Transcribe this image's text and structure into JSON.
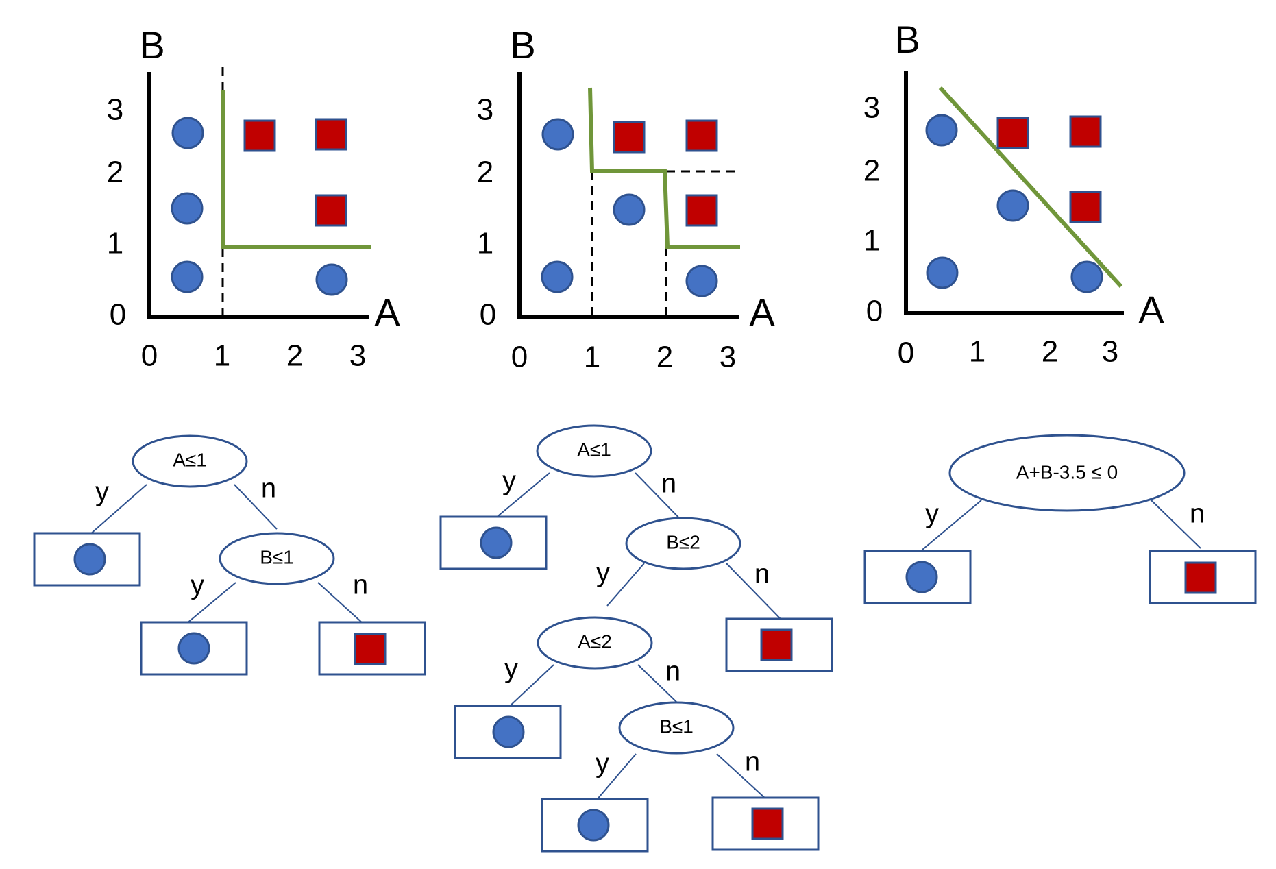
{
  "colors": {
    "circle_fill": "#4472C4",
    "circle_stroke": "#2F528F",
    "square_fill": "#C00000",
    "square_stroke": "#2F528F",
    "boundary": "#70963A",
    "tree_stroke": "#2F528F"
  },
  "axes": {
    "x_label": "A",
    "y_label": "B",
    "x_ticks": [
      "0",
      "1",
      "2",
      "3"
    ],
    "y_ticks": [
      "0",
      "1",
      "2",
      "3"
    ]
  },
  "points": [
    {
      "a": 0.5,
      "b": 0.5,
      "class": "circle"
    },
    {
      "a": 0.5,
      "b": 1.5,
      "class": "circle"
    },
    {
      "a": 0.5,
      "b": 2.5,
      "class": "circle"
    },
    {
      "a": 1.5,
      "b": 1.5,
      "class": "circle"
    },
    {
      "a": 2.5,
      "b": 0.5,
      "class": "circle"
    },
    {
      "a": 1.5,
      "b": 2.5,
      "class": "square"
    },
    {
      "a": 2.5,
      "b": 2.5,
      "class": "square"
    },
    {
      "a": 2.5,
      "b": 1.5,
      "class": "square"
    }
  ],
  "trees": {
    "edge_yes": "y",
    "edge_no": "n",
    "tree1": {
      "root": "A≤1",
      "node2": "B≤1"
    },
    "tree2": {
      "root": "A≤1",
      "node2": "B≤2",
      "node3": "A≤2",
      "node4": "B≤1"
    },
    "tree3": {
      "root": "A+B-3.5 ≤ 0"
    }
  }
}
